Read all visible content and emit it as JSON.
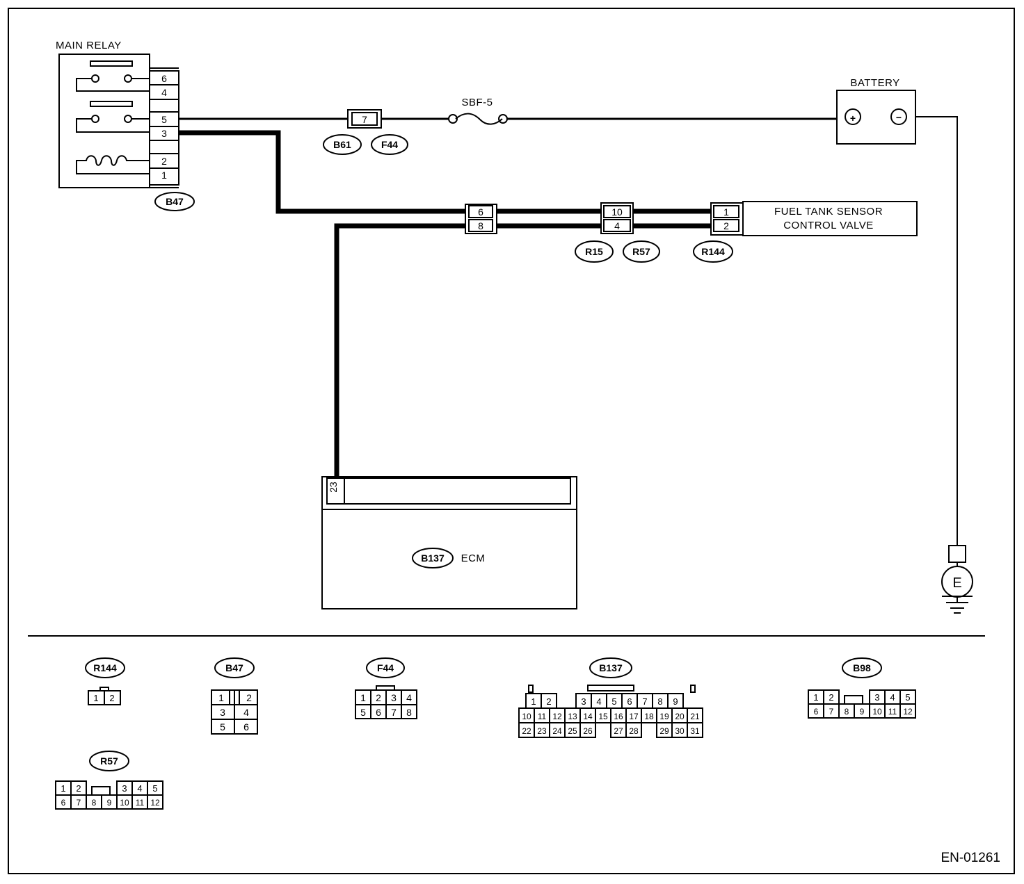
{
  "doc_id": "EN-01261",
  "components": {
    "main_relay": "MAIN RELAY",
    "battery": "BATTERY",
    "fuse": "SBF-5",
    "fuel_tank_valve_line1": "FUEL TANK SENSOR",
    "fuel_tank_valve_line2": "CONTROL VALVE",
    "ecm": "ECM",
    "ground": "E",
    "battery_plus": "+",
    "battery_minus": "−"
  },
  "connector_tags": {
    "b47": "B47",
    "b61": "B61",
    "f44": "F44",
    "r15": "R15",
    "r57": "R57",
    "r144": "R144",
    "b137": "B137"
  },
  "pins": {
    "relay": [
      "6",
      "4",
      "5",
      "3",
      "2",
      "1"
    ],
    "fuse_conn": "7",
    "inline1": [
      "6",
      "8"
    ],
    "inline2": [
      "10",
      "4"
    ],
    "valve": [
      "1",
      "2"
    ],
    "ecm": "23"
  },
  "connector_views": {
    "r144": {
      "tag": "R144",
      "pins": [
        "1",
        "2"
      ]
    },
    "b47": {
      "tag": "B47",
      "pins": [
        "1",
        "2",
        "3",
        "4",
        "5",
        "6"
      ]
    },
    "f44": {
      "tag": "F44",
      "pins": [
        "1",
        "2",
        "3",
        "4",
        "5",
        "6",
        "7",
        "8"
      ]
    },
    "b137": {
      "tag": "B137",
      "pins": [
        "1",
        "2",
        "3",
        "4",
        "5",
        "6",
        "7",
        "8",
        "9",
        "10",
        "11",
        "12",
        "13",
        "14",
        "15",
        "16",
        "17",
        "18",
        "19",
        "20",
        "21",
        "22",
        "23",
        "24",
        "25",
        "26",
        "27",
        "28",
        "29",
        "30",
        "31"
      ]
    },
    "b98": {
      "tag": "B98",
      "pins": [
        "1",
        "2",
        "3",
        "4",
        "5",
        "6",
        "7",
        "8",
        "9",
        "10",
        "11",
        "12"
      ]
    },
    "r57": {
      "tag": "R57",
      "pins": [
        "1",
        "2",
        "3",
        "4",
        "5",
        "6",
        "7",
        "8",
        "9",
        "10",
        "11",
        "12"
      ]
    }
  }
}
